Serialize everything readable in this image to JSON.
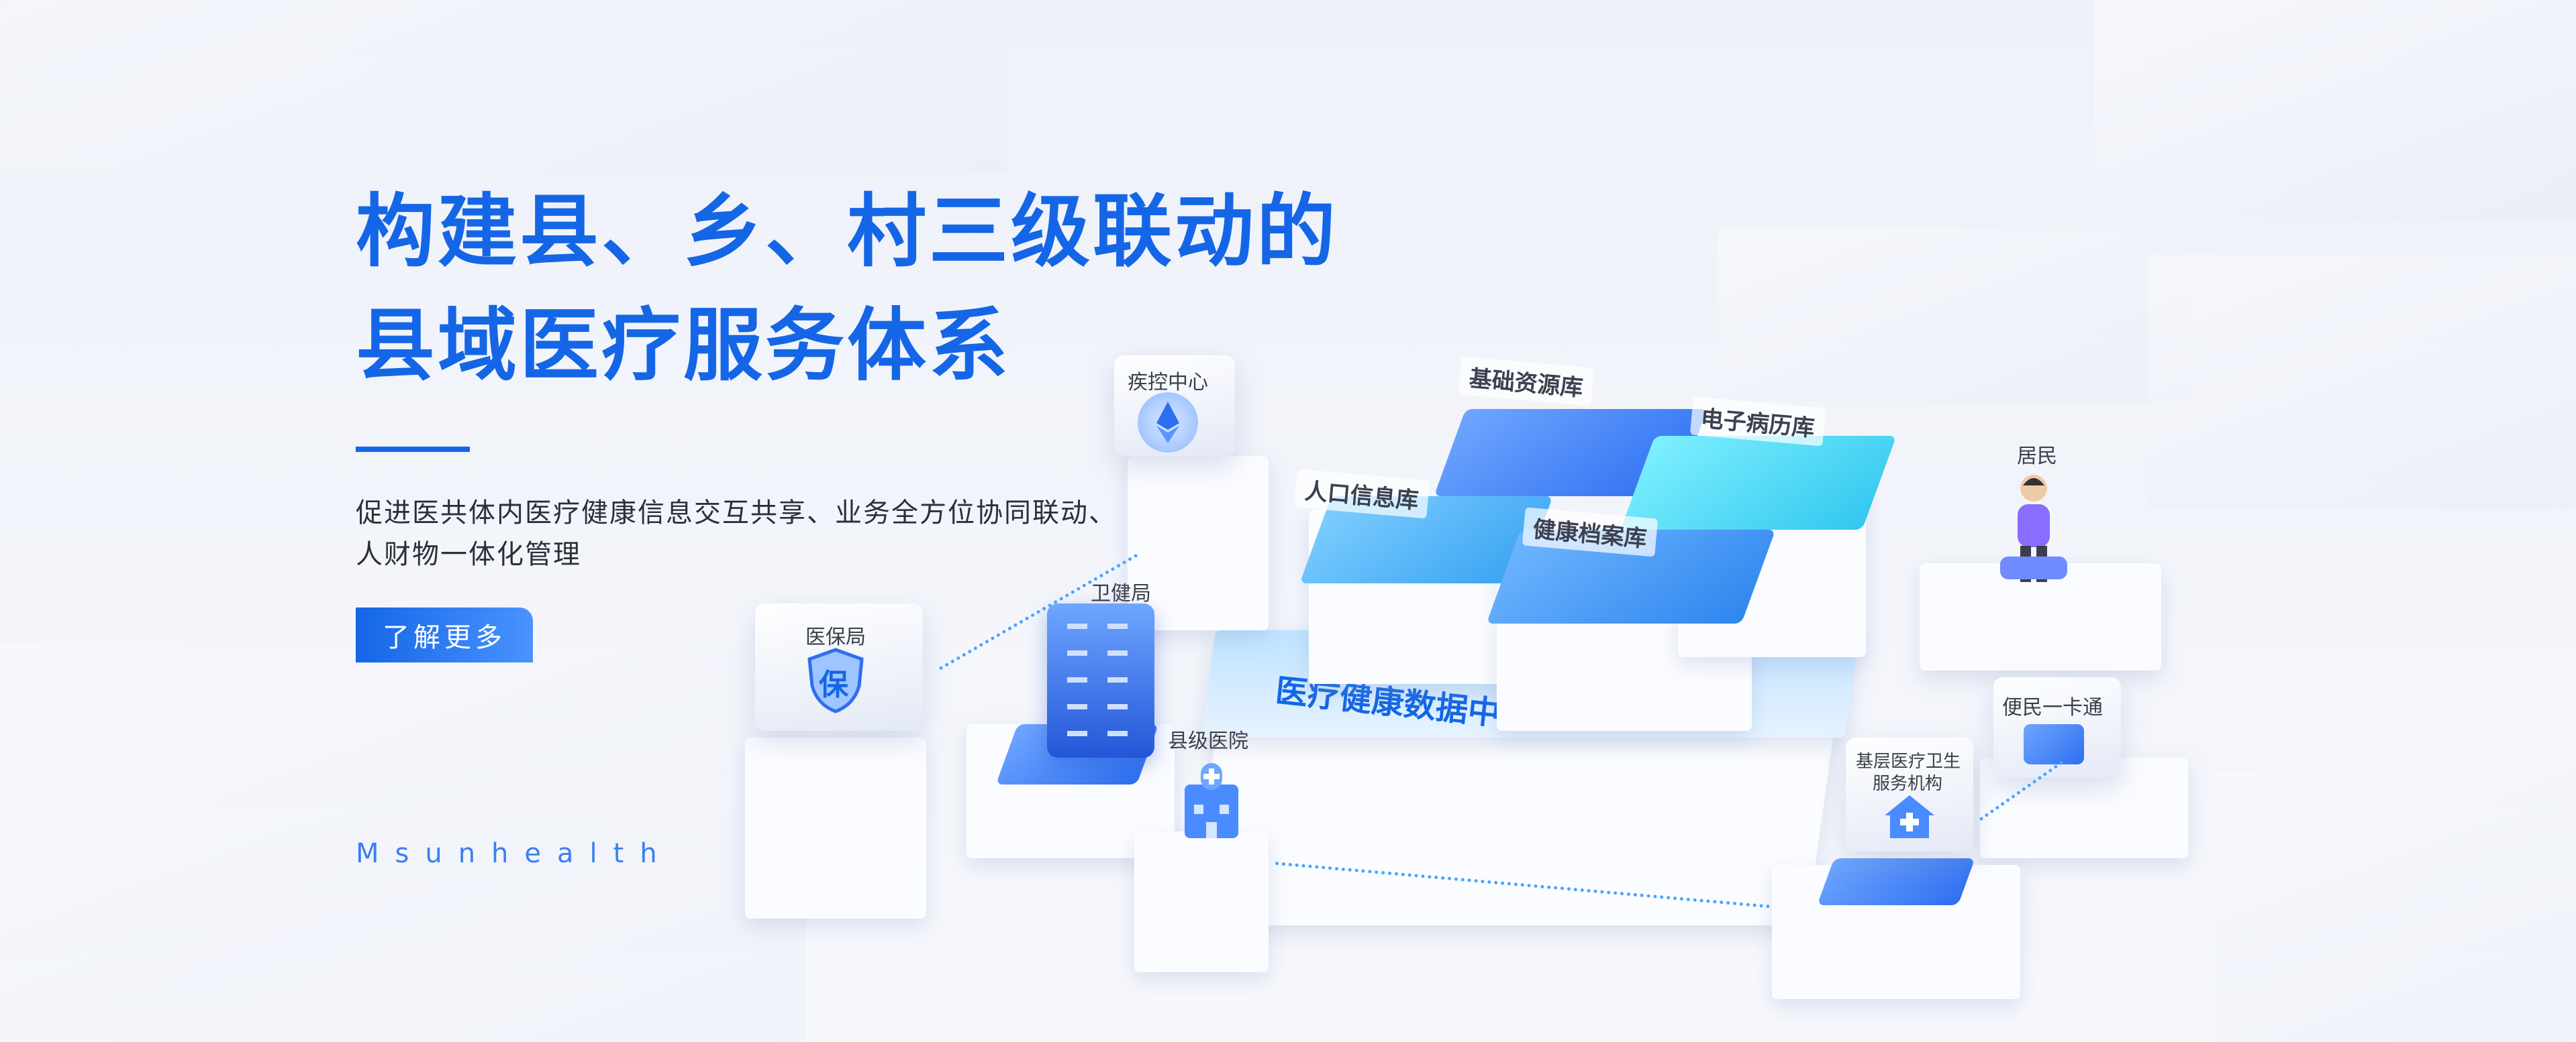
{
  "hero": {
    "title_line1": "构建县、乡、村三级联动的",
    "title_line2": "县域医疗服务体系",
    "description_line1": "促进医共体内医疗健康信息交互共享、业务全方位协同联动、",
    "description_line2": "人财物一体化管理",
    "button_label": "了解更多",
    "brand": "Msunhealth"
  },
  "diagram": {
    "center_label": "医疗健康数据中心",
    "databases": [
      "基础资源库",
      "电子病历库",
      "人口信息库",
      "健康档案库"
    ],
    "nodes": {
      "cdc": "疾控中心",
      "health_bureau": "卫健局",
      "insurance": "医保局",
      "insurance_glyph": "保",
      "county_hospital": "县级医院",
      "residents": "居民",
      "card": "便民一卡通",
      "grassroots_line1": "基层医疗卫生",
      "grassroots_line2": "服务机构"
    }
  },
  "colors": {
    "accent": "#1466e6",
    "cyan": "#3fd5f5",
    "light_blue": "#49a3ff"
  }
}
